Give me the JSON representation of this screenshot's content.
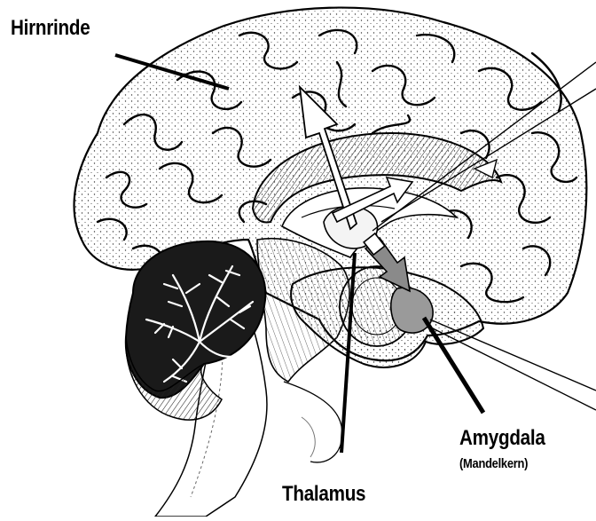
{
  "labels": {
    "cortex": "Hirnrinde",
    "thalamus": "Thalamus",
    "amygdala": "Amygdala",
    "amygdala_sub": "(Mandelkern)"
  },
  "colors": {
    "ink": "#000000",
    "paper": "#ffffff",
    "stipple": "#4a4a4a",
    "amygdala_fill": "#9a9a9a",
    "arrow_fill": "#ffffff"
  }
}
